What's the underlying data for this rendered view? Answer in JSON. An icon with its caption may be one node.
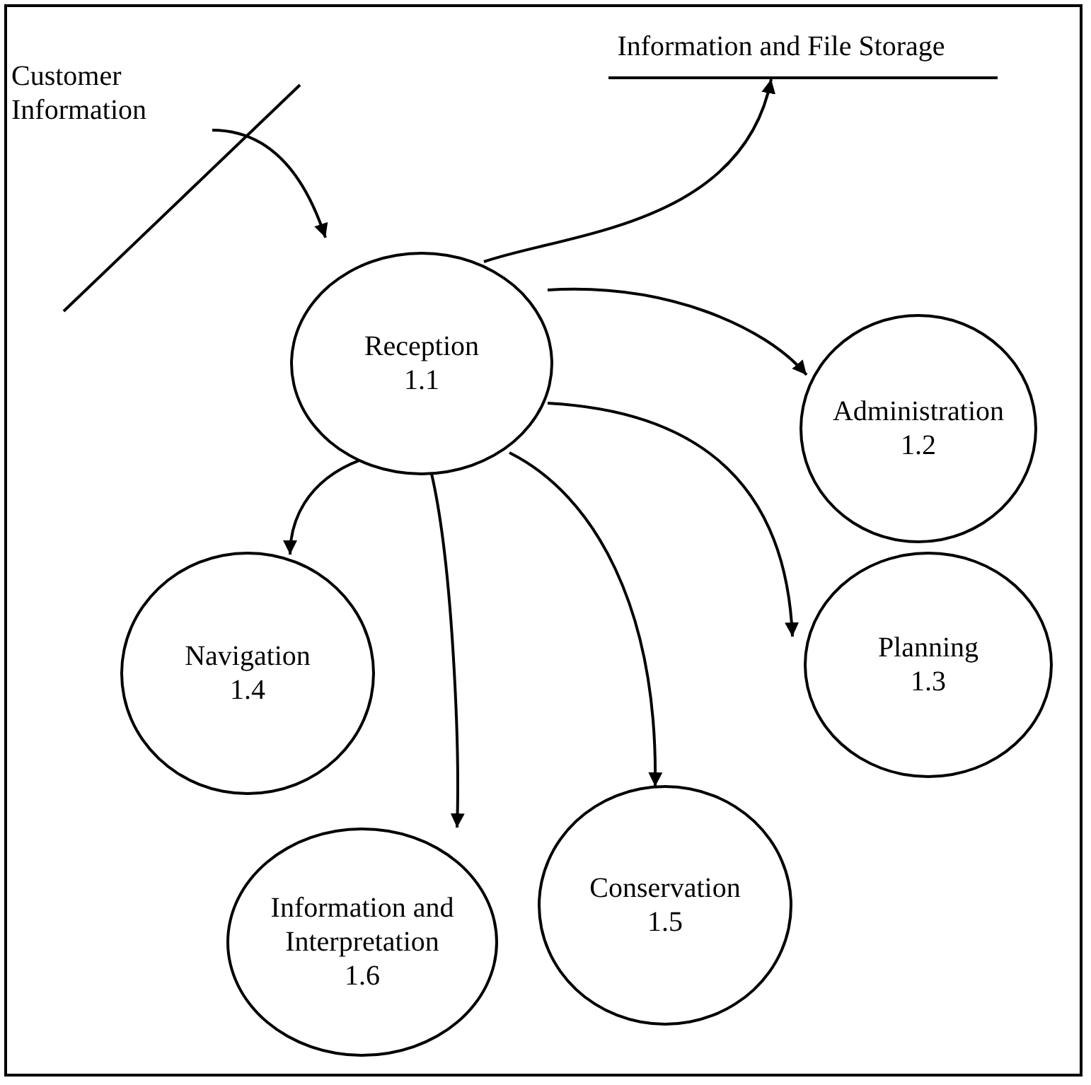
{
  "diagram": {
    "nodes": [
      {
        "text": [
          "Customer Information"
        ]
      },
      {
        "text": [
          "Information and File Storage"
        ]
      },
      {
        "text": [
          "Reception",
          "1.1"
        ]
      },
      {
        "text": [
          "Administration",
          "1.2"
        ]
      },
      {
        "text": [
          "Planning",
          "1.3"
        ]
      },
      {
        "text": [
          "Navigation",
          "1.4"
        ]
      },
      {
        "text": [
          "Information and Interpretation",
          "1.6"
        ]
      },
      {
        "text": [
          "Conservation",
          "1.5"
        ]
      }
    ],
    "edges": [
      {
        "from": 0,
        "to": 2,
        "arrow": "to"
      },
      {
        "from": 2,
        "to": 1,
        "arrow": "to"
      },
      {
        "from": 2,
        "to": 3,
        "arrow": "to"
      },
      {
        "from": 2,
        "to": 4,
        "arrow": "to"
      },
      {
        "from": 2,
        "to": 5,
        "arrow": "to"
      },
      {
        "from": 2,
        "to": 6,
        "arrow": "to"
      },
      {
        "from": 2,
        "to": 7,
        "arrow": "to"
      }
    ]
  }
}
